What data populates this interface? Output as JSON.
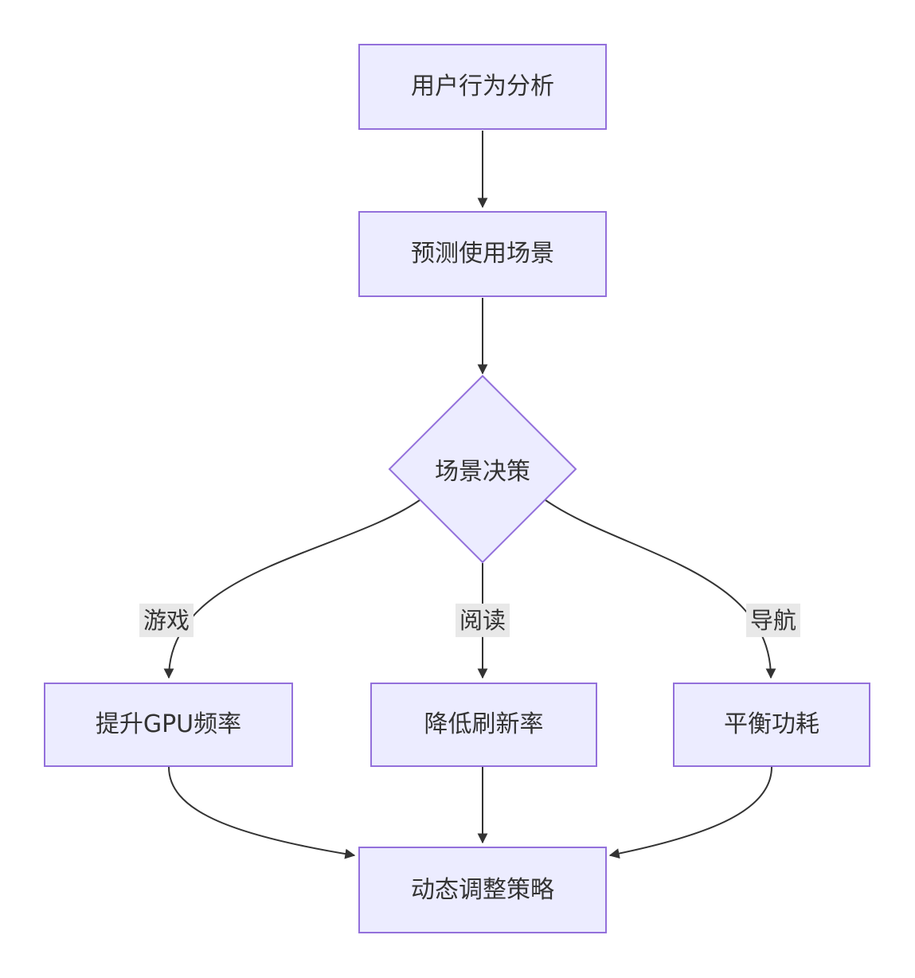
{
  "diagram": {
    "type": "flowchart",
    "nodes": {
      "user_behavior": {
        "label": "用户行为分析",
        "shape": "rect"
      },
      "predict_scene": {
        "label": "预测使用场景",
        "shape": "rect"
      },
      "scene_decision": {
        "label": "场景决策",
        "shape": "diamond"
      },
      "boost_gpu": {
        "label": "提升GPU频率",
        "shape": "rect"
      },
      "lower_refresh": {
        "label": "降低刷新率",
        "shape": "rect"
      },
      "balance_power": {
        "label": "平衡功耗",
        "shape": "rect"
      },
      "dynamic_strategy": {
        "label": "动态调整策略",
        "shape": "rect"
      }
    },
    "edges": [
      {
        "from": "user_behavior",
        "to": "predict_scene",
        "label": ""
      },
      {
        "from": "predict_scene",
        "to": "scene_decision",
        "label": ""
      },
      {
        "from": "scene_decision",
        "to": "boost_gpu",
        "label": "游戏"
      },
      {
        "from": "scene_decision",
        "to": "lower_refresh",
        "label": "阅读"
      },
      {
        "from": "scene_decision",
        "to": "balance_power",
        "label": "导航"
      },
      {
        "from": "boost_gpu",
        "to": "dynamic_strategy",
        "label": ""
      },
      {
        "from": "lower_refresh",
        "to": "dynamic_strategy",
        "label": ""
      },
      {
        "from": "balance_power",
        "to": "dynamic_strategy",
        "label": ""
      }
    ],
    "edge_labels": {
      "game": "游戏",
      "reading": "阅读",
      "navigation": "导航"
    },
    "colors": {
      "node_fill": "#ECECFF",
      "node_border": "#9370DB",
      "edge_stroke": "#333333",
      "text": "#333333",
      "edge_label_bg": "#e8e8e8",
      "background": "#ffffff"
    }
  }
}
